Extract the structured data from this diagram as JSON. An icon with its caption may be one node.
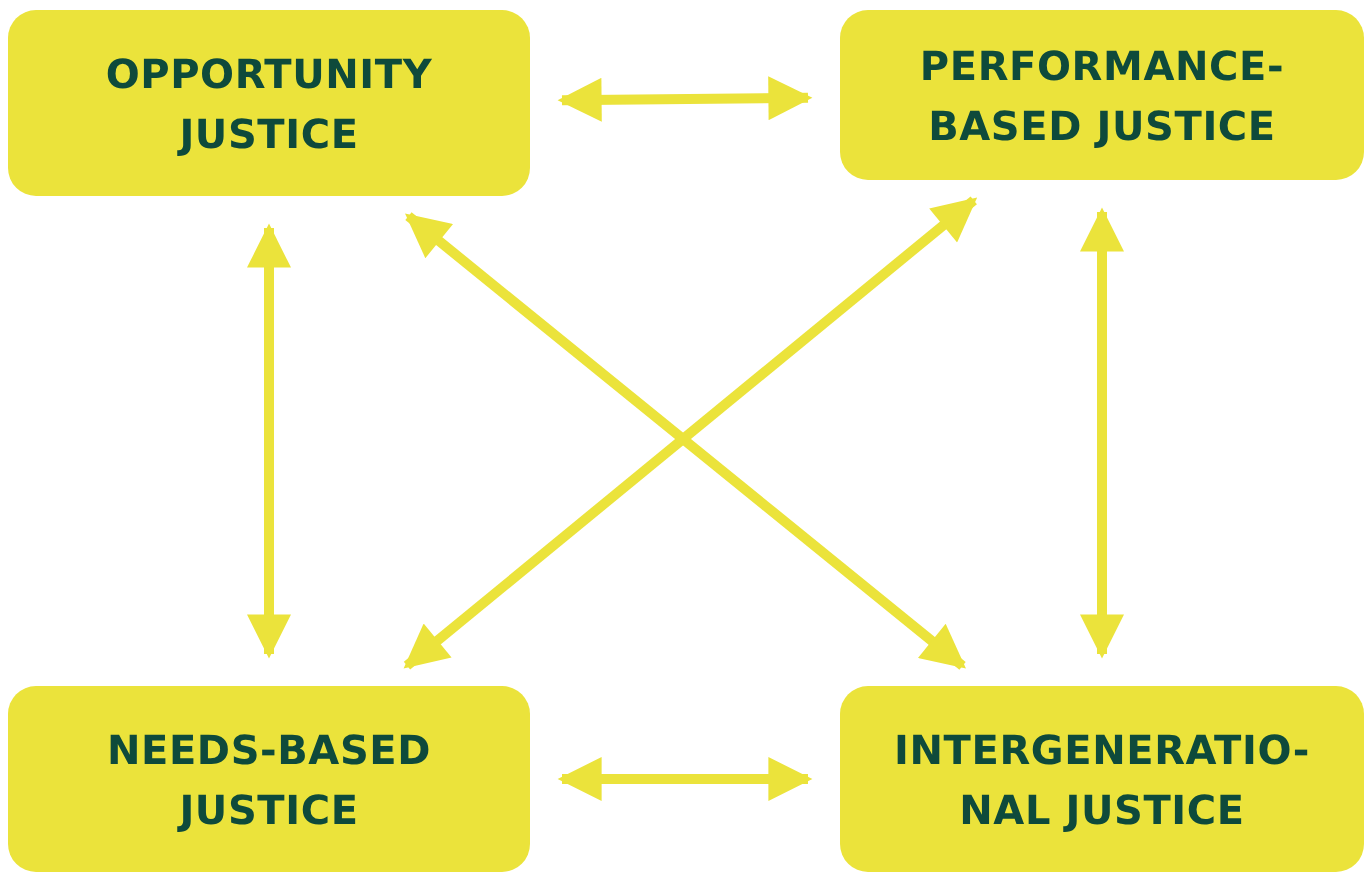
{
  "diagram": {
    "nodes": [
      {
        "text": [
          "OPPORTUNITY JUSTICE"
        ]
      },
      {
        "text": [
          "PERFORMANCE- BASED JUSTICE"
        ]
      },
      {
        "text": [
          "NEEDS-BASED JUSTICE"
        ]
      },
      {
        "text": [
          "INTERGENERATIO- NAL JUSTICE"
        ]
      }
    ],
    "edges": [
      {
        "from": 0,
        "to": 1,
        "arrow": "both"
      },
      {
        "from": 0,
        "to": 2,
        "arrow": "both"
      },
      {
        "from": 0,
        "to": 3,
        "arrow": "both"
      },
      {
        "from": 1,
        "to": 2,
        "arrow": "both"
      },
      {
        "from": 1,
        "to": 3,
        "arrow": "both"
      },
      {
        "from": 2,
        "to": 3,
        "arrow": "both"
      }
    ]
  }
}
